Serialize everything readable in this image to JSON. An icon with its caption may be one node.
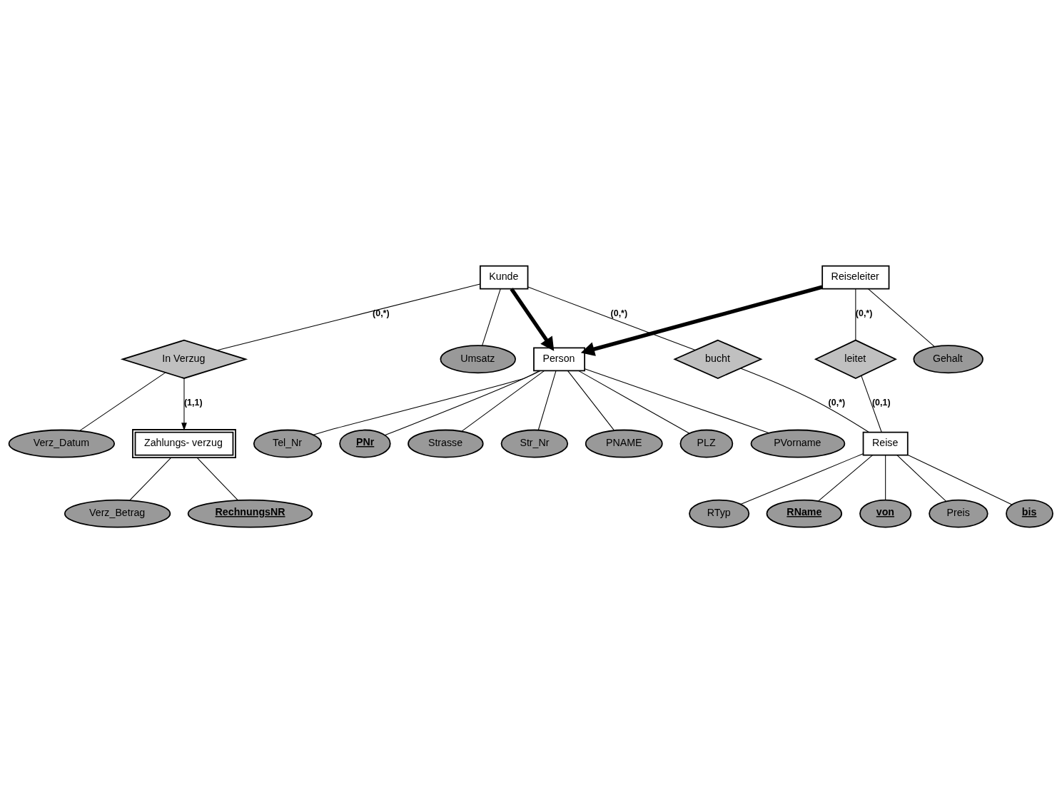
{
  "diagram": {
    "nodes": [
      {
        "text": [
          "Person"
        ]
      },
      {
        "text": [
          "PNr"
        ]
      },
      {
        "text": [
          "Strasse"
        ]
      },
      {
        "text": [
          "Str_Nr"
        ]
      },
      {
        "text": [
          "PNAME"
        ]
      },
      {
        "text": [
          "PLZ"
        ]
      },
      {
        "text": [
          "PVorname"
        ]
      },
      {
        "text": [
          "Tel_Nr"
        ]
      },
      {
        "text": [
          "Umsatz"
        ]
      },
      {
        "text": [
          "Kunde"
        ]
      },
      {
        "text": [
          "Reiseleiter"
        ]
      },
      {
        "text": [
          "Gehalt"
        ]
      },
      {
        "text": [
          "bucht"
        ]
      },
      {
        "text": [
          "leitet"
        ]
      },
      {
        "text": [
          "RName"
        ]
      },
      {
        "text": [
          "In Verzug"
        ]
      },
      {
        "text": [
          "Reise"
        ]
      },
      {
        "text": [
          "von"
        ]
      },
      {
        "text": [
          "Verz_Datum"
        ]
      },
      {
        "text": [
          "Preis"
        ]
      },
      {
        "text": [
          "bis"
        ]
      },
      {
        "text": [
          "RTyp"
        ]
      },
      {
        "text": [
          "Zahlungs- verzug"
        ]
      },
      {
        "text": [
          "RechnungsNR"
        ]
      },
      {
        "text": [
          "Verz_Betrag"
        ]
      }
    ],
    "edges": [
      {
        "from": 0,
        "to": 1,
        "arrow": "none"
      },
      {
        "from": 0,
        "to": 2,
        "arrow": "none"
      },
      {
        "from": 0,
        "to": 3,
        "arrow": "none"
      },
      {
        "from": 0,
        "to": 4,
        "arrow": "none"
      },
      {
        "from": 0,
        "to": 5,
        "arrow": "none"
      },
      {
        "from": 0,
        "to": 6,
        "arrow": "none"
      },
      {
        "from": 0,
        "to": 7,
        "arrow": "none"
      },
      {
        "from": 9,
        "to": 8,
        "arrow": "none"
      },
      {
        "from": 9,
        "to": 0,
        "arrow": "to",
        "style": "thick"
      },
      {
        "from": 10,
        "to": 0,
        "arrow": "to",
        "style": "thick"
      },
      {
        "from": 10,
        "to": 11,
        "arrow": "none"
      },
      {
        "from": 9,
        "to": 12,
        "arrow": "none",
        "label": "(0,*)"
      },
      {
        "from": 12,
        "to": 16,
        "arrow": "none",
        "label": "(0,*)"
      },
      {
        "from": 10,
        "to": 13,
        "arrow": "none",
        "label": "(0,*)"
      },
      {
        "from": 13,
        "to": 16,
        "arrow": "none",
        "label": "(0,1)"
      },
      {
        "from": 9,
        "to": 15,
        "arrow": "none",
        "label": "(0,*)"
      },
      {
        "from": 15,
        "to": 18,
        "arrow": "none"
      },
      {
        "from": 15,
        "to": 22,
        "arrow": "to",
        "label": "(1,1)"
      },
      {
        "from": 16,
        "to": 14,
        "arrow": "none"
      },
      {
        "from": 16,
        "to": 17,
        "arrow": "none"
      },
      {
        "from": 16,
        "to": 20,
        "arrow": "none"
      },
      {
        "from": 16,
        "to": 21,
        "arrow": "none"
      },
      {
        "from": 16,
        "to": 19,
        "arrow": "none"
      },
      {
        "from": 22,
        "to": 23,
        "arrow": "none"
      },
      {
        "from": 22,
        "to": 24,
        "arrow": "none"
      }
    ]
  }
}
